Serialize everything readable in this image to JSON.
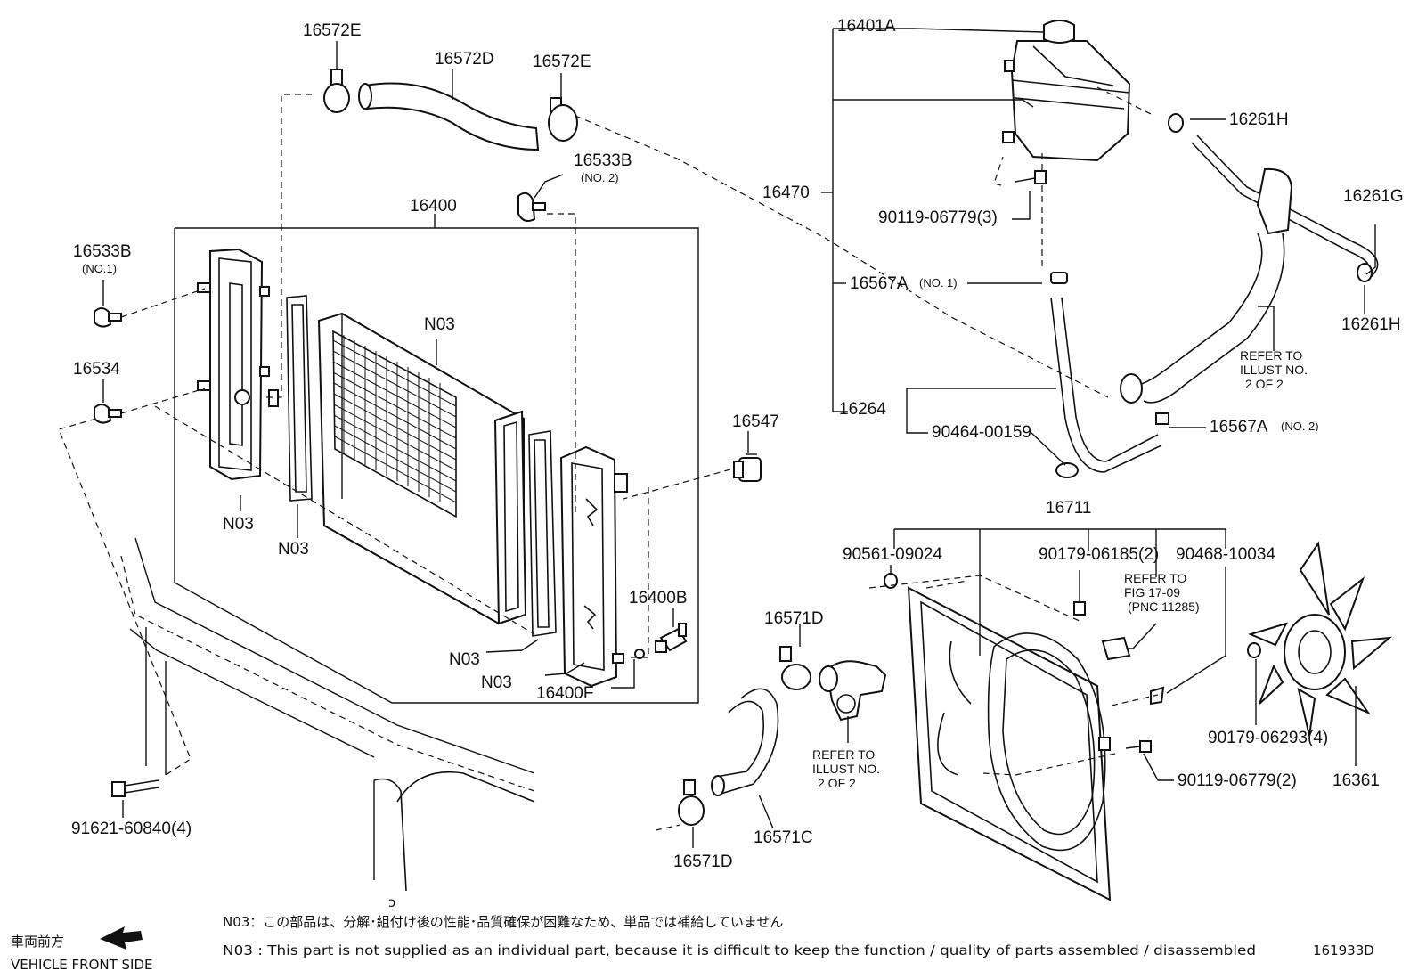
{
  "diagram_id": "161933D",
  "labels": {
    "p16572E_top_left": "16572E",
    "p16572D": "16572D",
    "p16572E_top_right": "16572E",
    "p16533B_no2": "16533B",
    "p16533B_no2_sub": "(NO. 2)",
    "p16400": "16400",
    "p16533B_no1": "16533B",
    "p16533B_no1_sub": "(NO.1)",
    "p16534": "16534",
    "n03_core": "N03",
    "n03_left_tank": "N03",
    "n03_left_gasket": "N03",
    "n03_right_gasket_a": "N03",
    "n03_right_gasket_b": "N03",
    "p16547": "16547",
    "p16400B": "16400B",
    "p16400F": "16400F",
    "p91621": "91621-60840(4)",
    "p16401A": "16401A",
    "p16470": "16470",
    "p16261H_top": "16261H",
    "p90119_3": "90119-06779(3)",
    "p16261G": "16261G",
    "p16567A_no1": "16567A",
    "p16567A_no1_sub": "(NO. 1)",
    "p16261H_right": "16261H",
    "refer_2of2_top": [
      "REFER TO",
      "ILLUST NO.",
      "2 OF 2"
    ],
    "p16264": "16264",
    "p90464": "90464-00159",
    "p16567A_no2": "16567A",
    "p16567A_no2_sub": "(NO. 2)",
    "p16711": "16711",
    "p90561": "90561-09024",
    "p90179_2": "90179-06185(2)",
    "p90468": "90468-10034",
    "refer_fig": [
      "REFER  TO",
      "FIG  17-09",
      "(PNC  11285)"
    ],
    "p16571D_top": "16571D",
    "refer_2of2_bottom": [
      "REFER TO",
      "ILLUST NO.",
      "2 OF 2"
    ],
    "p16571C": "16571C",
    "p16571D_bottom": "16571D",
    "p90179_4": "90179-06293(4)",
    "p90119_2": "90119-06779(2)",
    "p16361": "16361"
  },
  "footer": {
    "front_jp": "車両前方",
    "front_en": "VEHICLE FRONT SIDE",
    "note_jp": "N03：この部品は、分解･組付け後の性能･品質確保が困難なため、単品では補給していません",
    "note_en": "N03 : This part is not supplied as an individual part, because it is difficult to keep the function / quality of parts assembled / disassembled",
    "stray_mark": "ɔ"
  }
}
